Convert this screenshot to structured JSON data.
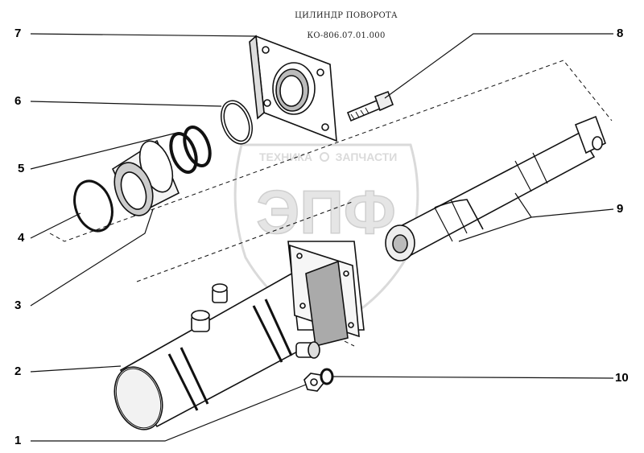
{
  "title": {
    "line1": "ЦИЛИНДР ПОВОРОТА",
    "line2": "КО-806.07.01.000"
  },
  "watermark": {
    "top_text": "ТЕХНИКА",
    "top_text_right": "ЗАПЧАСТИ",
    "logo_text": "ЭПФ"
  },
  "callouts": {
    "c1": "1",
    "c2": "2",
    "c3": "3",
    "c4": "4",
    "c5": "5",
    "c6": "6",
    "c7": "7",
    "c8": "8",
    "c9": "9",
    "c10": "10"
  },
  "colors": {
    "ink": "#111111",
    "watermark": "#c8c8c8"
  }
}
